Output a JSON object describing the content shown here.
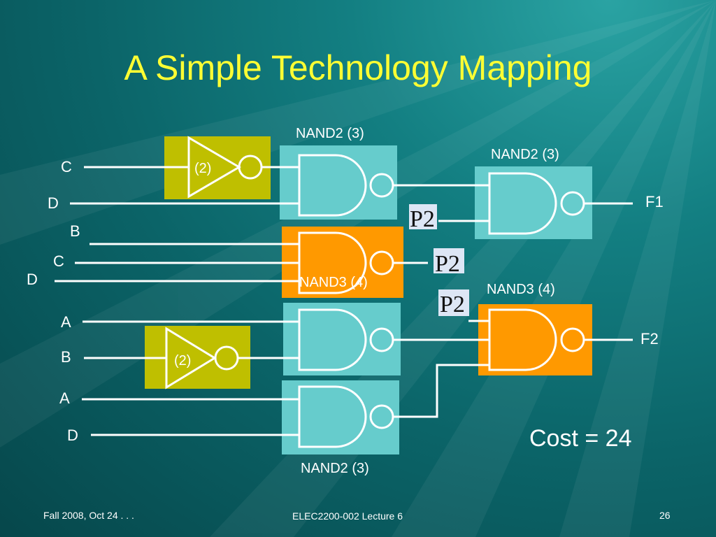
{
  "slide": {
    "title": "A Simple Technology Mapping",
    "cost": "Cost = 24",
    "footer_left": "Fall 2008, Oct 24 . . .",
    "footer_center": "ELEC2200-002 Lecture 6",
    "page_number": "26"
  },
  "inputs": {
    "c1": "C",
    "d1": "D",
    "b1": "B",
    "c2": "C",
    "d2": "D",
    "a1": "A",
    "b2": "B",
    "a2": "A",
    "d3": "D"
  },
  "outputs": {
    "f1": "F1",
    "f2": "F2"
  },
  "gates": {
    "inv_top": "(2)",
    "inv_bottom": "(2)",
    "nand2_top": "NAND2 (3)",
    "nand2_f1": "NAND2 (3)",
    "nand3_mid": "NAND3 (4)",
    "nand3_f2": "NAND3 (4)",
    "nand2_bottom": "NAND2 (3)"
  },
  "markers": {
    "p2_1": "P2",
    "p2_2": "P2",
    "p2_3": "P2"
  },
  "colors": {
    "background": "#0f7a7d",
    "title": "#ffff33",
    "inverter_box": "#bfbf00",
    "nand2_box": "#66cccc",
    "nand3_box": "#ff9900",
    "marker_box": "#dde6f5"
  }
}
